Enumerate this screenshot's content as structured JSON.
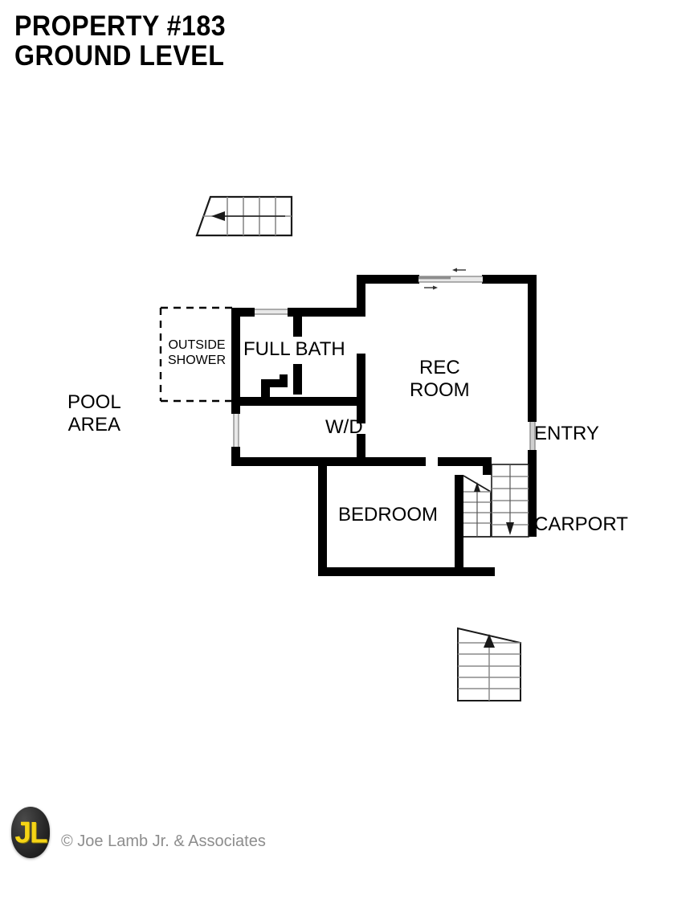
{
  "document": {
    "type": "floor-plan",
    "title_line_1": "PROPERTY #183",
    "title_line_2": "GROUND LEVEL"
  },
  "plan": {
    "rooms": [
      {
        "id": "rec-room",
        "label_line_1": "REC",
        "label_line_2": "ROOM"
      },
      {
        "id": "full-bath",
        "label_line_1": "FULL BATH"
      },
      {
        "id": "bedroom",
        "label_line_1": "BEDROOM"
      },
      {
        "id": "laundry",
        "label_line_1": "W/D"
      }
    ],
    "exterior_labels": [
      {
        "id": "pool-area",
        "label_line_1": "POOL",
        "label_line_2": "AREA"
      },
      {
        "id": "outside-shower",
        "label_line_1": "OUTSIDE",
        "label_line_2": "SHOWER"
      },
      {
        "id": "entry",
        "label_line_1": "ENTRY"
      },
      {
        "id": "carport",
        "label_line_1": "CARPORT"
      }
    ],
    "features": {
      "stair_top_direction": "left",
      "stair_bottom_direction": "up",
      "stair_interior_up_direction": "up",
      "stair_interior_down_direction": "down"
    },
    "colors": {
      "wall": "#000000",
      "opening": "#9a9a9a",
      "opening_fill": "#e8e8e8",
      "stair_tread": "#8a8a8a",
      "stair_outline": "#1a1a1a",
      "dashed_outline": "#000000",
      "background": "#ffffff"
    }
  },
  "footer": {
    "logo_text": "JL",
    "copyright": "© Joe Lamb Jr. & Associates"
  }
}
